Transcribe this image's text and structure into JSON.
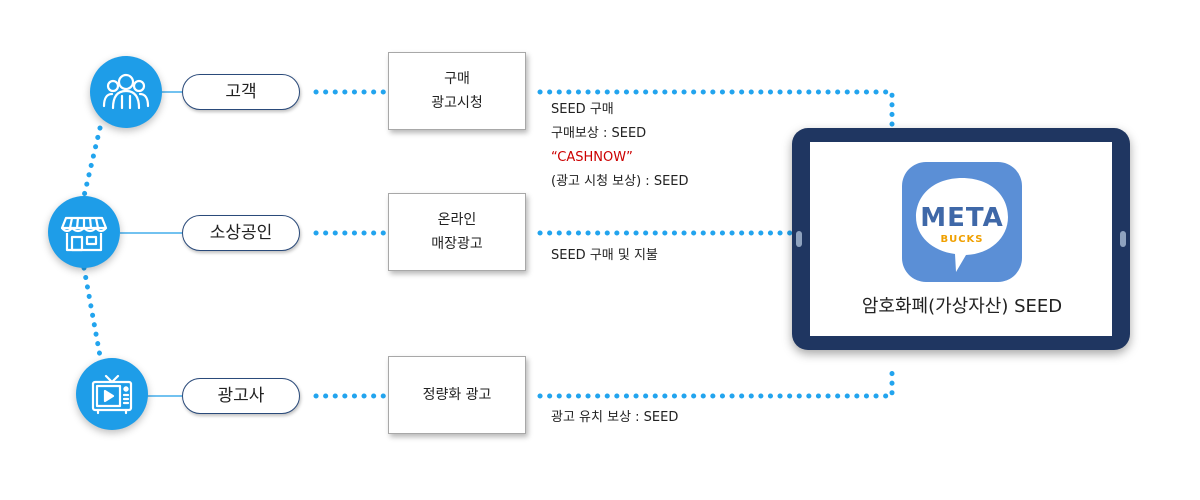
{
  "entities": {
    "customer": {
      "label": "고객"
    },
    "merchant": {
      "label": "소상공인"
    },
    "advertiser": {
      "label": "광고사"
    }
  },
  "boxes": {
    "purchase": {
      "line1": "구매",
      "line2": "광고시청"
    },
    "online": {
      "line1": "온라인",
      "line2": "매장광고"
    },
    "quant": {
      "line1": "정량화 광고"
    }
  },
  "labels": {
    "top": {
      "line1": "SEED 구매",
      "line2": "구매보상 : SEED",
      "line3": "“CASHNOW”",
      "line4": "(광고 시청 보상) : SEED"
    },
    "middle": "SEED 구매 및 지불",
    "bottom": "광고 유치 보상 : SEED"
  },
  "tablet": {
    "app_title": "META",
    "app_subtitle": "BUCKS",
    "caption": "암호화폐(가상자산) SEED"
  },
  "colors": {
    "icon_blue": "#1e9de8",
    "dot_blue": "#22a4ee",
    "tablet_navy": "#1f3661",
    "app_blue": "#5b8fd6",
    "bucks_orange": "#f0a000",
    "cashnow_red": "#cc0000"
  },
  "icons": [
    "people-icon",
    "store-icon",
    "tv-icon"
  ]
}
